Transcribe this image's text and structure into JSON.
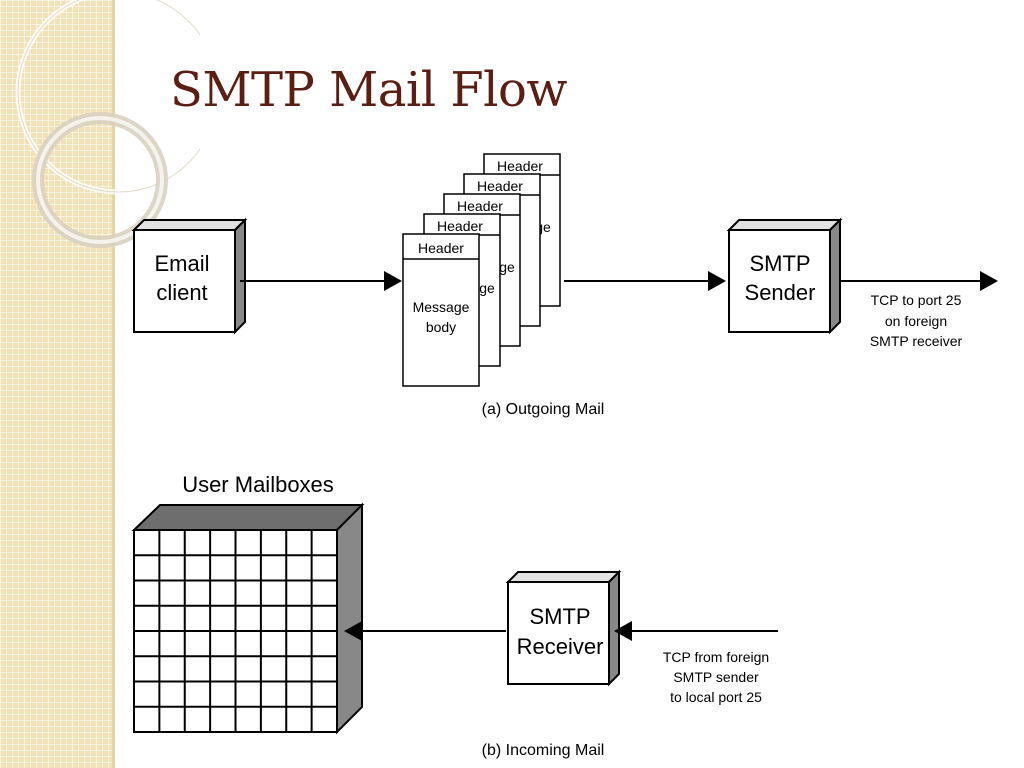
{
  "slide": {
    "title": "SMTP Mail Flow"
  },
  "outgoing": {
    "email_client": [
      "Email",
      "client"
    ],
    "message_stack": {
      "header": "Header",
      "back_fragments": [
        "ge",
        "ge",
        "ge"
      ],
      "body": [
        "Message",
        "body"
      ]
    },
    "smtp_sender": [
      "SMTP",
      "Sender"
    ],
    "note": [
      "TCP to port 25",
      "on foreign",
      "SMTP receiver"
    ],
    "caption": "(a) Outgoing Mail"
  },
  "incoming": {
    "mailboxes_label": "User Mailboxes",
    "smtp_receiver": [
      "SMTP",
      "Receiver"
    ],
    "note": [
      "TCP from foreign",
      "SMTP sender",
      "to local port 25"
    ],
    "caption": "(b) Incoming Mail"
  },
  "colors": {
    "title": "#5a1f12",
    "sidebar": "#f0e2b6",
    "box_side": "#888888",
    "mailbox_top": "#6e6e6e"
  }
}
